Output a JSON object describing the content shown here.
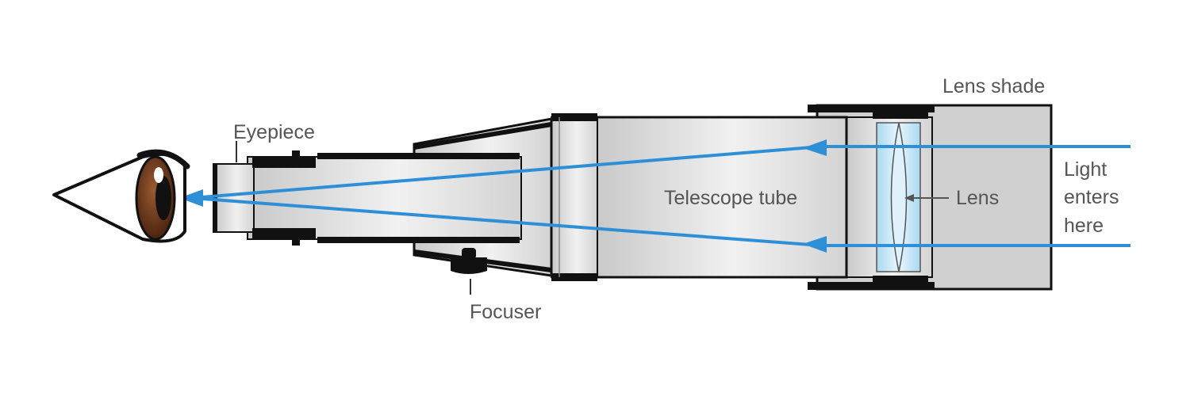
{
  "labels": {
    "eyepiece": "Eyepiece",
    "lens_shade": "Lens shade",
    "telescope_tube": "Telescope tube",
    "lens": "Lens",
    "focuser": "Focuser",
    "light_line1": "Light",
    "light_line2": "enters",
    "light_line3": "here"
  },
  "colors": {
    "light_ray": "#2f8fd6",
    "outline": "#111111",
    "tube_fill": "#d8d8d8",
    "lens_fill": "#bfe3f5",
    "label_text": "#555555",
    "iris": "#6b3a1f"
  }
}
